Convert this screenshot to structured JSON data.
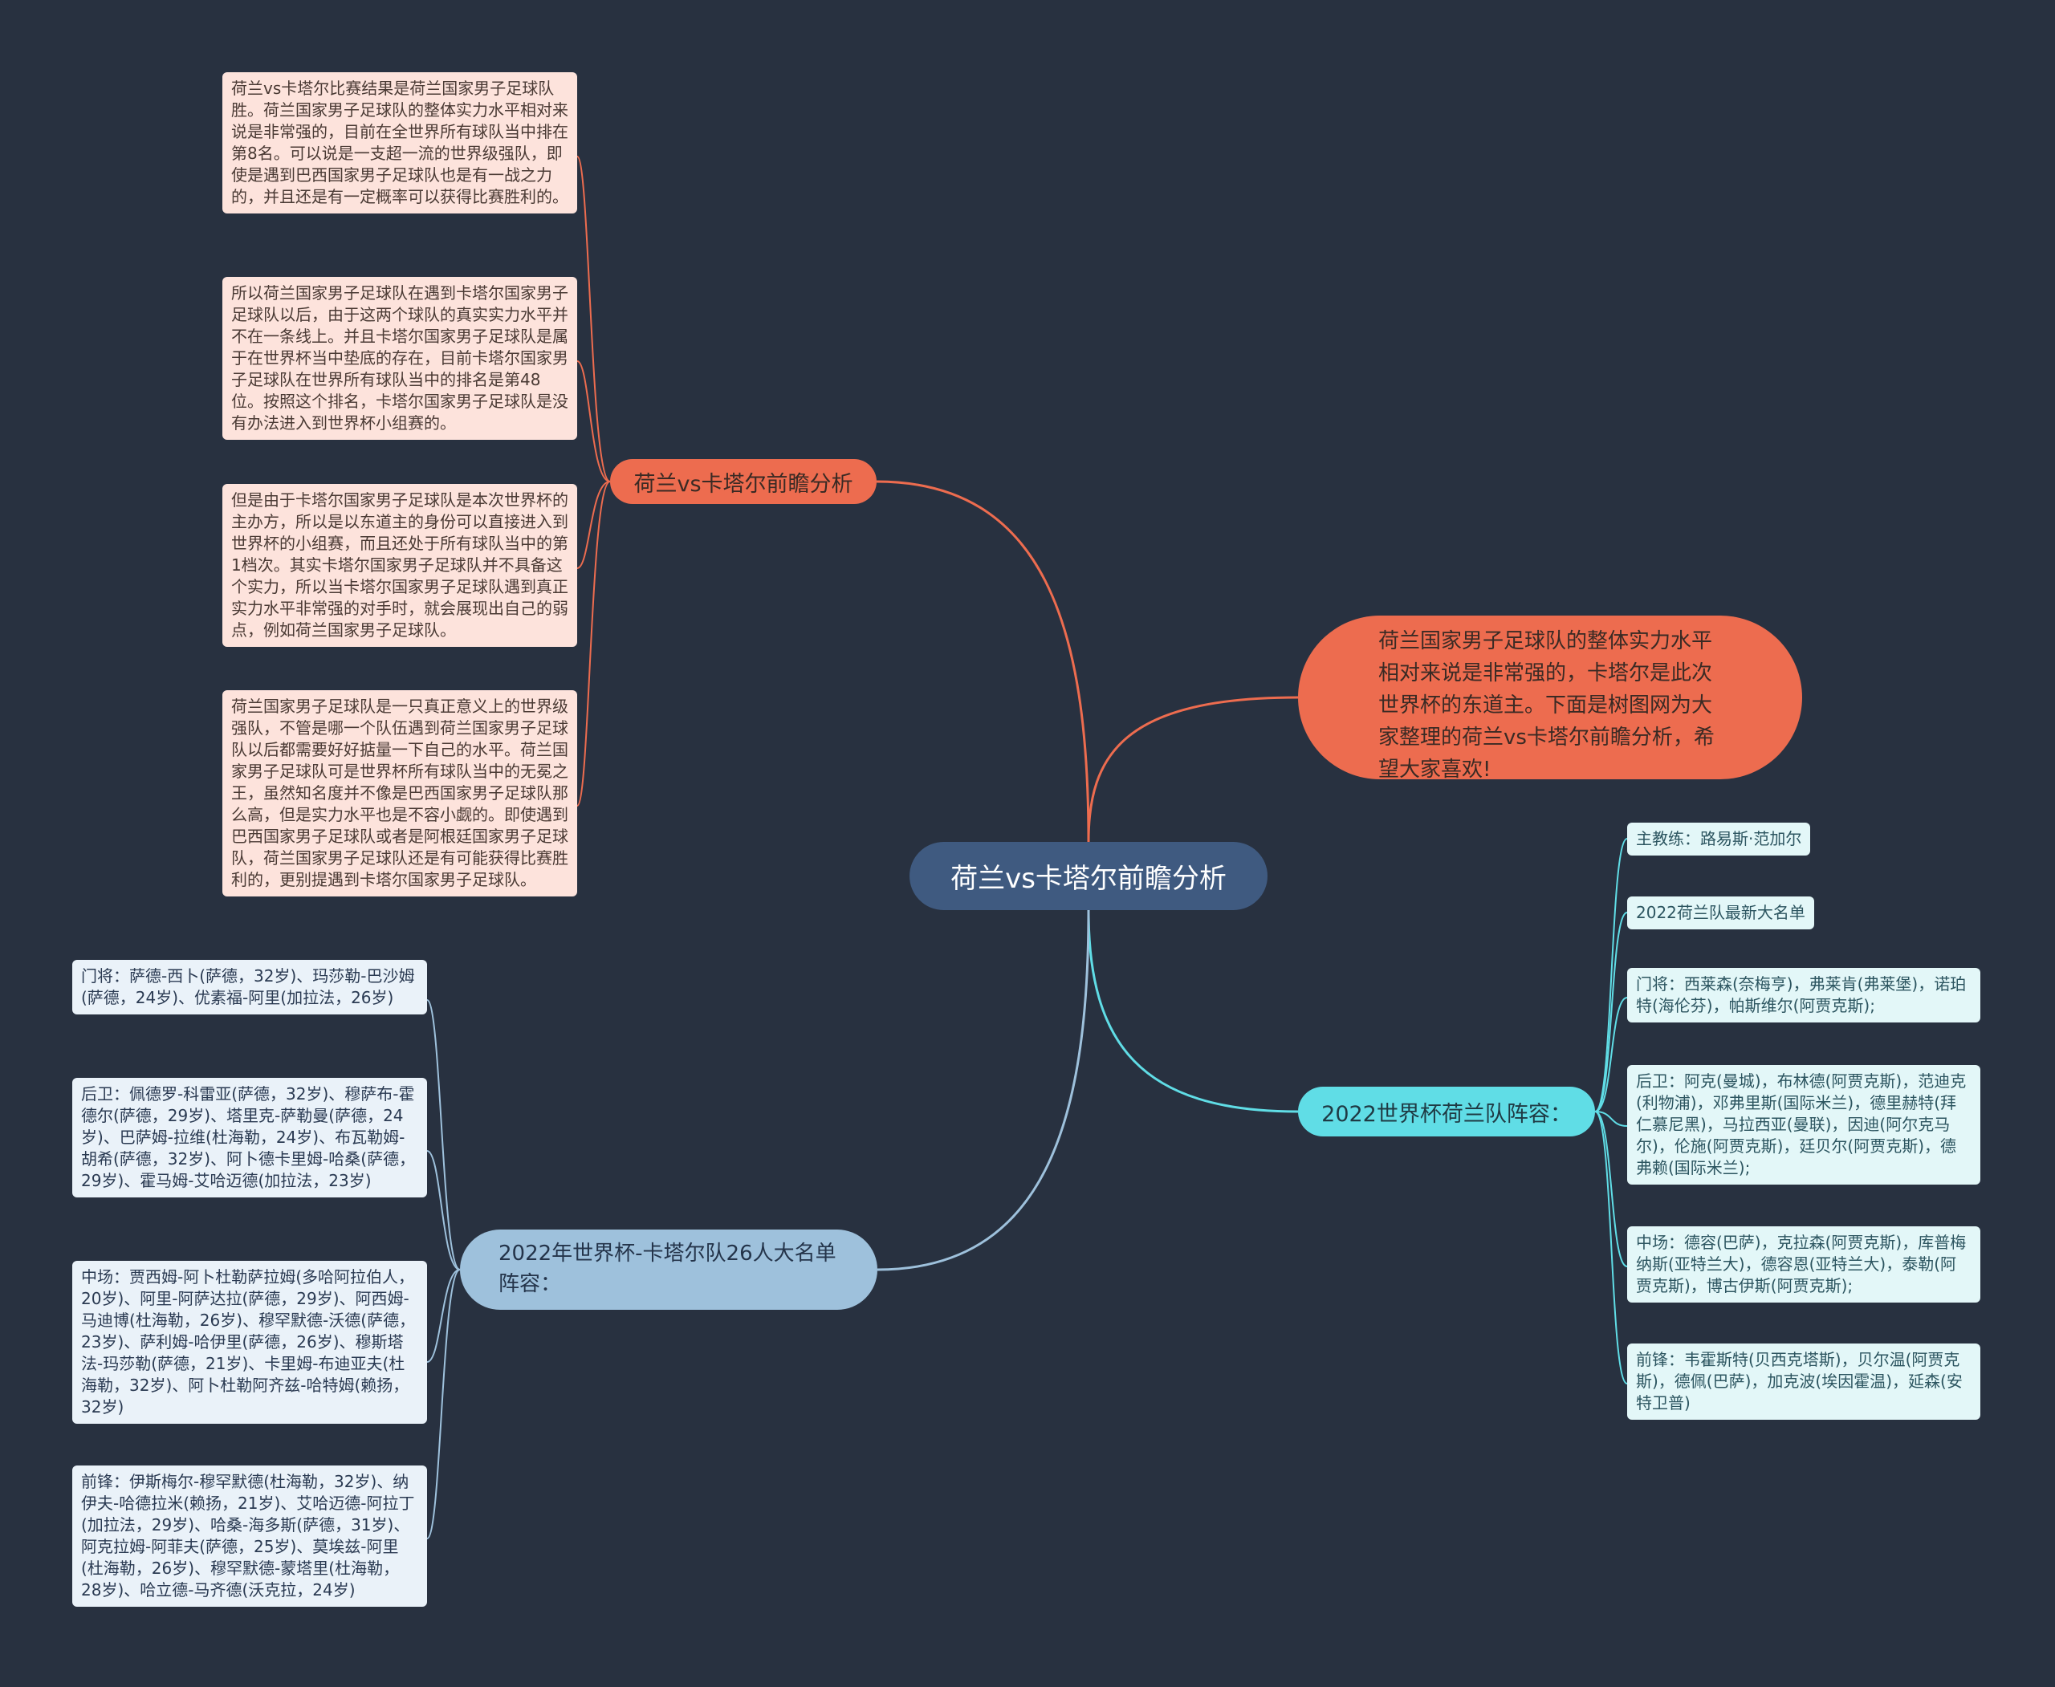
{
  "center": {
    "label": "荷兰vs卡塔尔前瞻分析"
  },
  "analysis": {
    "label": "荷兰vs卡塔尔前瞻分析",
    "items": [
      "荷兰vs卡塔尔比赛结果是荷兰国家男子足球队胜。荷兰国家男子足球队的整体实力水平相对来说是非常强的，目前在全世界所有球队当中排在第8名。可以说是一支超一流的世界级强队，即使是遇到巴西国家男子足球队也是有一战之力的，并且还是有一定概率可以获得比赛胜利的。",
      "所以荷兰国家男子足球队在遇到卡塔尔国家男子足球队以后，由于这两个球队的真实实力水平并不在一条线上。并且卡塔尔国家男子足球队是属于在世界杯当中垫底的存在，目前卡塔尔国家男子足球队在世界所有球队当中的排名是第48位。按照这个排名，卡塔尔国家男子足球队是没有办法进入到世界杯小组赛的。",
      "但是由于卡塔尔国家男子足球队是本次世界杯的主办方，所以是以东道主的身份可以直接进入到世界杯的小组赛，而且还处于所有球队当中的第1档次。其实卡塔尔国家男子足球队并不具备这个实力，所以当卡塔尔国家男子足球队遇到真正实力水平非常强的对手时，就会展现出自己的弱点，例如荷兰国家男子足球队。",
      "荷兰国家男子足球队是一只真正意义上的世界级强队，不管是哪一个队伍遇到荷兰国家男子足球队以后都需要好好掂量一下自己的水平。荷兰国家男子足球队可是世界杯所有球队当中的无冕之王，虽然知名度并不像是巴西国家男子足球队那么高，但是实力水平也是不容小觑的。即使遇到巴西国家男子足球队或者是阿根廷国家男子足球队，荷兰国家男子足球队还是有可能获得比赛胜利的，更别提遇到卡塔尔国家男子足球队。"
    ]
  },
  "intro": {
    "label": "荷兰国家男子足球队的整体实力水平相对来说是非常强的，卡塔尔是此次世界杯的东道主。下面是树图网为大家整理的荷兰vs卡塔尔前瞻分析，希望大家喜欢!"
  },
  "lineup": {
    "label": "2022世界杯荷兰队阵容：",
    "items": [
      "主教练：路易斯·范加尔",
      "2022荷兰队最新大名单",
      "门将：西莱森(奈梅亨)，弗莱肯(弗莱堡)，诺珀特(海伦芬)，帕斯维尔(阿贾克斯);",
      "后卫：阿克(曼城)，布林德(阿贾克斯)，范迪克(利物浦)，邓弗里斯(国际米兰)，德里赫特(拜仁慕尼黑)，马拉西亚(曼联)，因迪(阿尔克马尔)，伦施(阿贾克斯)，廷贝尔(阿贾克斯)，德弗赖(国际米兰);",
      "中场：德容(巴萨)，克拉森(阿贾克斯)，库普梅纳斯(亚特兰大)，德容恩(亚特兰大)，泰勒(阿贾克斯)，博古伊斯(阿贾克斯);",
      "前锋：韦霍斯特(贝西克塔斯)，贝尔温(阿贾克斯)，德佩(巴萨)，加克波(埃因霍温)，延森(安特卫普)"
    ]
  },
  "qatar": {
    "label": "2022年世界杯-卡塔尔队26人大名单阵容：",
    "items": [
      "门将：萨德-西卜(萨德，32岁)、玛莎勒-巴沙姆(萨德，24岁)、优素福-阿里(加拉法，26岁)",
      "后卫：佩德罗-科雷亚(萨德，32岁)、穆萨布-霍德尔(萨德，29岁)、塔里克-萨勒曼(萨德，24岁)、巴萨姆-拉维(杜海勒，24岁)、布瓦勒姆-胡希(萨德，32岁)、阿卜德卡里姆-哈桑(萨德，29岁)、霍马姆-艾哈迈德(加拉法，23岁)",
      "中场：贾西姆-阿卜杜勒萨拉姆(多哈阿拉伯人，20岁)、阿里-阿萨达拉(萨德，29岁)、阿西姆-马迪博(杜海勒，26岁)、穆罕默德-沃德(萨德，23岁)、萨利姆-哈伊里(萨德，26岁)、穆斯塔法-玛莎勒(萨德，21岁)、卡里姆-布迪亚夫(杜海勒，32岁)、阿卜杜勒阿齐兹-哈特姆(赖扬，32岁)",
      "前锋：伊斯梅尔-穆罕默德(杜海勒，32岁)、纳伊夫-哈德拉米(赖扬，21岁)、艾哈迈德-阿拉丁(加拉法，29岁)、哈桑-海多斯(萨德，31岁)、阿克拉姆-阿菲夫(萨德，25岁)、莫埃兹-阿里(杜海勒，26岁)、穆罕默德-蒙塔里(杜海勒，28岁)、哈立德-马齐德(沃克拉，24岁)"
    ]
  },
  "colors": {
    "background": "#283140",
    "center": "#3f5a80",
    "analysis": "#ed6c4f",
    "lineup": "#60dde6",
    "qatar": "#9ec1dc"
  }
}
